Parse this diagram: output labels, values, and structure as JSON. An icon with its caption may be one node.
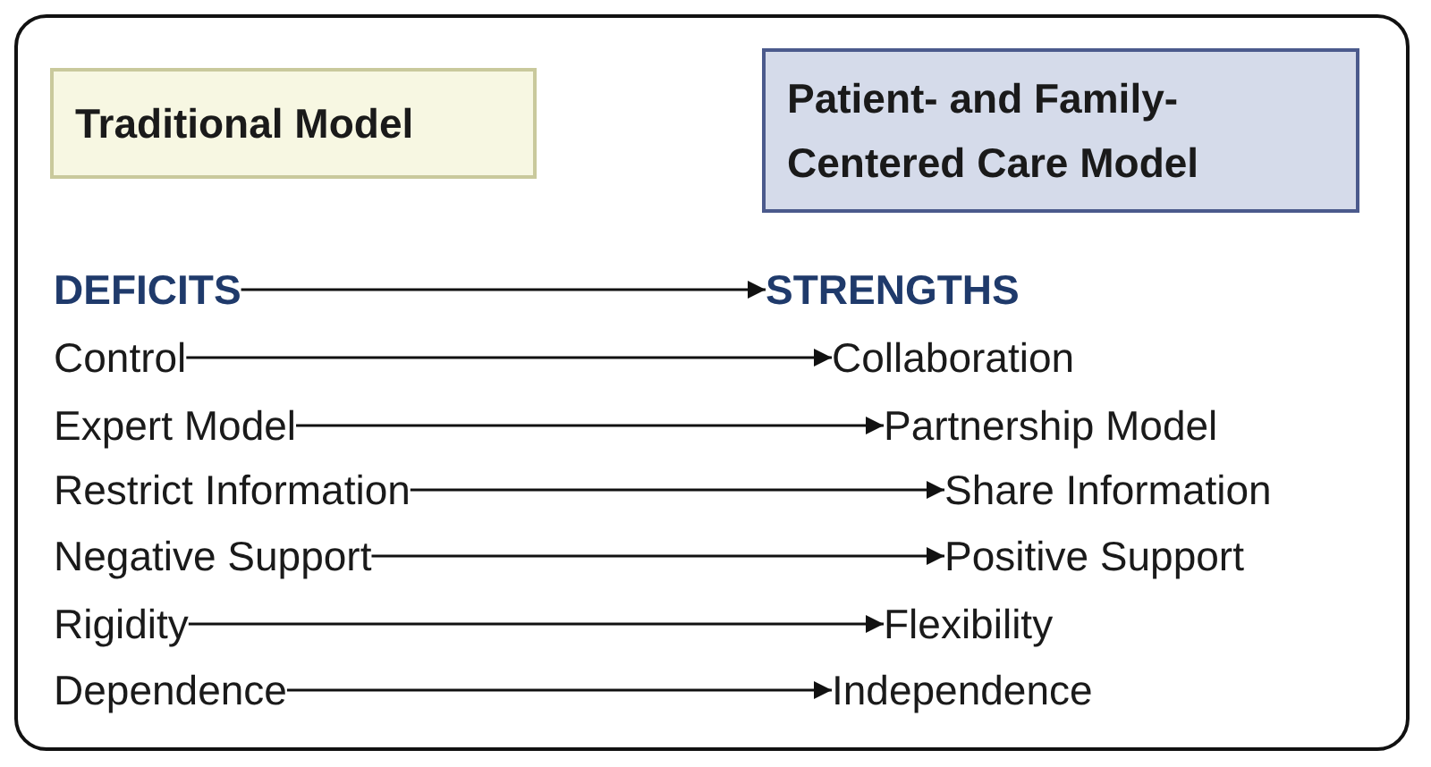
{
  "diagram": {
    "nodes": [
      {
        "text": [
          "Traditional Model"
        ]
      },
      {
        "text": [
          "Patient- and Family- Centered Care Model"
        ]
      },
      {
        "text": [
          "DEFICITS"
        ]
      },
      {
        "text": [
          "STRENGTHS"
        ]
      },
      {
        "text": [
          "Control"
        ]
      },
      {
        "text": [
          "Collaboration"
        ]
      },
      {
        "text": [
          "Expert Model"
        ]
      },
      {
        "text": [
          "Partnership Model"
        ]
      },
      {
        "text": [
          "Restrict Information"
        ]
      },
      {
        "text": [
          "Share Information"
        ]
      },
      {
        "text": [
          "Negative Support"
        ]
      },
      {
        "text": [
          "Positive Support"
        ]
      },
      {
        "text": [
          "Rigidity"
        ]
      },
      {
        "text": [
          "Flexibility"
        ]
      },
      {
        "text": [
          "Dependence"
        ]
      },
      {
        "text": [
          "Independence"
        ]
      }
    ],
    "edges": [
      {
        "from": 2,
        "to": 3,
        "arrow": "to"
      },
      {
        "from": 4,
        "to": 5,
        "arrow": "to"
      },
      {
        "from": 6,
        "to": 7,
        "arrow": "to"
      },
      {
        "from": 8,
        "to": 9,
        "arrow": "to"
      },
      {
        "from": 10,
        "to": 11,
        "arrow": "to"
      },
      {
        "from": 12,
        "to": 13,
        "arrow": "to"
      },
      {
        "from": 14,
        "to": 15,
        "arrow": "to"
      }
    ]
  }
}
